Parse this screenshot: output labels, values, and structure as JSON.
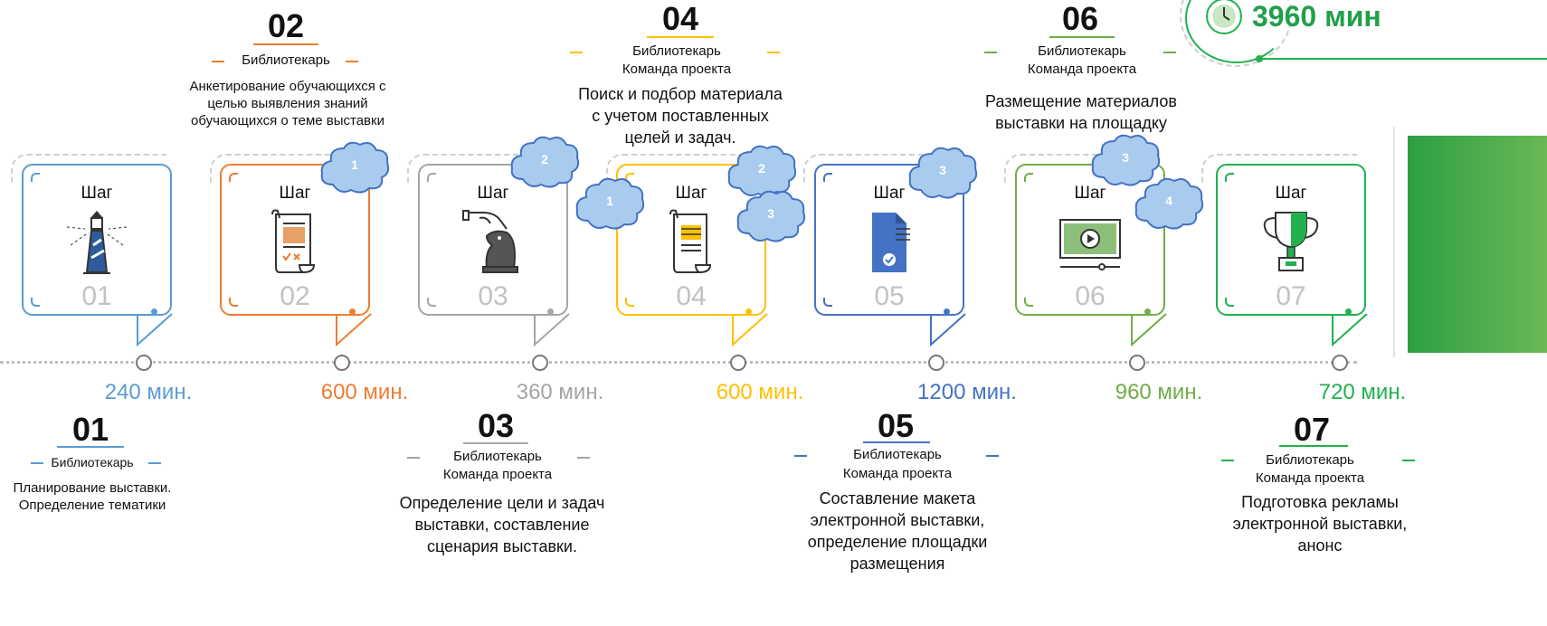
{
  "total": {
    "label": "3960 мин"
  },
  "step_word": "Шаг",
  "steps": [
    {
      "num": "01",
      "time": "240 мин.",
      "roles": [
        "Библиотекарь"
      ],
      "desc": "Планирование выставки. Определение тематики",
      "color": "#5b9bd5"
    },
    {
      "num": "02",
      "time": "600 мин.",
      "roles": [
        "Библиотекарь"
      ],
      "desc": "Анкетирование обучающихся с целью выявления знаний обучающихся о теме выставки",
      "color": "#ed7d31"
    },
    {
      "num": "03",
      "time": "360 мин.",
      "roles": [
        "Библиотекарь",
        "Команда проекта"
      ],
      "desc": "Определение цели и задач выставки, составление сценария выставки.",
      "color": "#a5a5a5"
    },
    {
      "num": "04",
      "time": "600 мин.",
      "roles": [
        "Библиотекарь",
        "Команда проекта"
      ],
      "desc": "Поиск и подбор материала с учетом поставленных целей и задач.",
      "color": "#ffc000"
    },
    {
      "num": "05",
      "time": "1200 мин.",
      "roles": [
        "Библиотекарь",
        "Команда проекта"
      ],
      "desc": "Составление макета электронной выставки, определение  площадки размещения",
      "color": "#4472c4"
    },
    {
      "num": "06",
      "time": "960 мин.",
      "roles": [
        "Библиотекарь",
        "Команда проекта"
      ],
      "desc": "Размещение материалов выставки на площадку",
      "color": "#70ad47"
    },
    {
      "num": "07",
      "time": "720 мин.",
      "roles": [
        "Библиотекарь",
        "Команда проекта"
      ],
      "desc": "Подготовка рекламы электронной выставки, анонс",
      "color": "#21b14e"
    }
  ],
  "clouds": [
    "1",
    "2",
    "1",
    "2",
    "3",
    "3",
    "3",
    "4"
  ]
}
